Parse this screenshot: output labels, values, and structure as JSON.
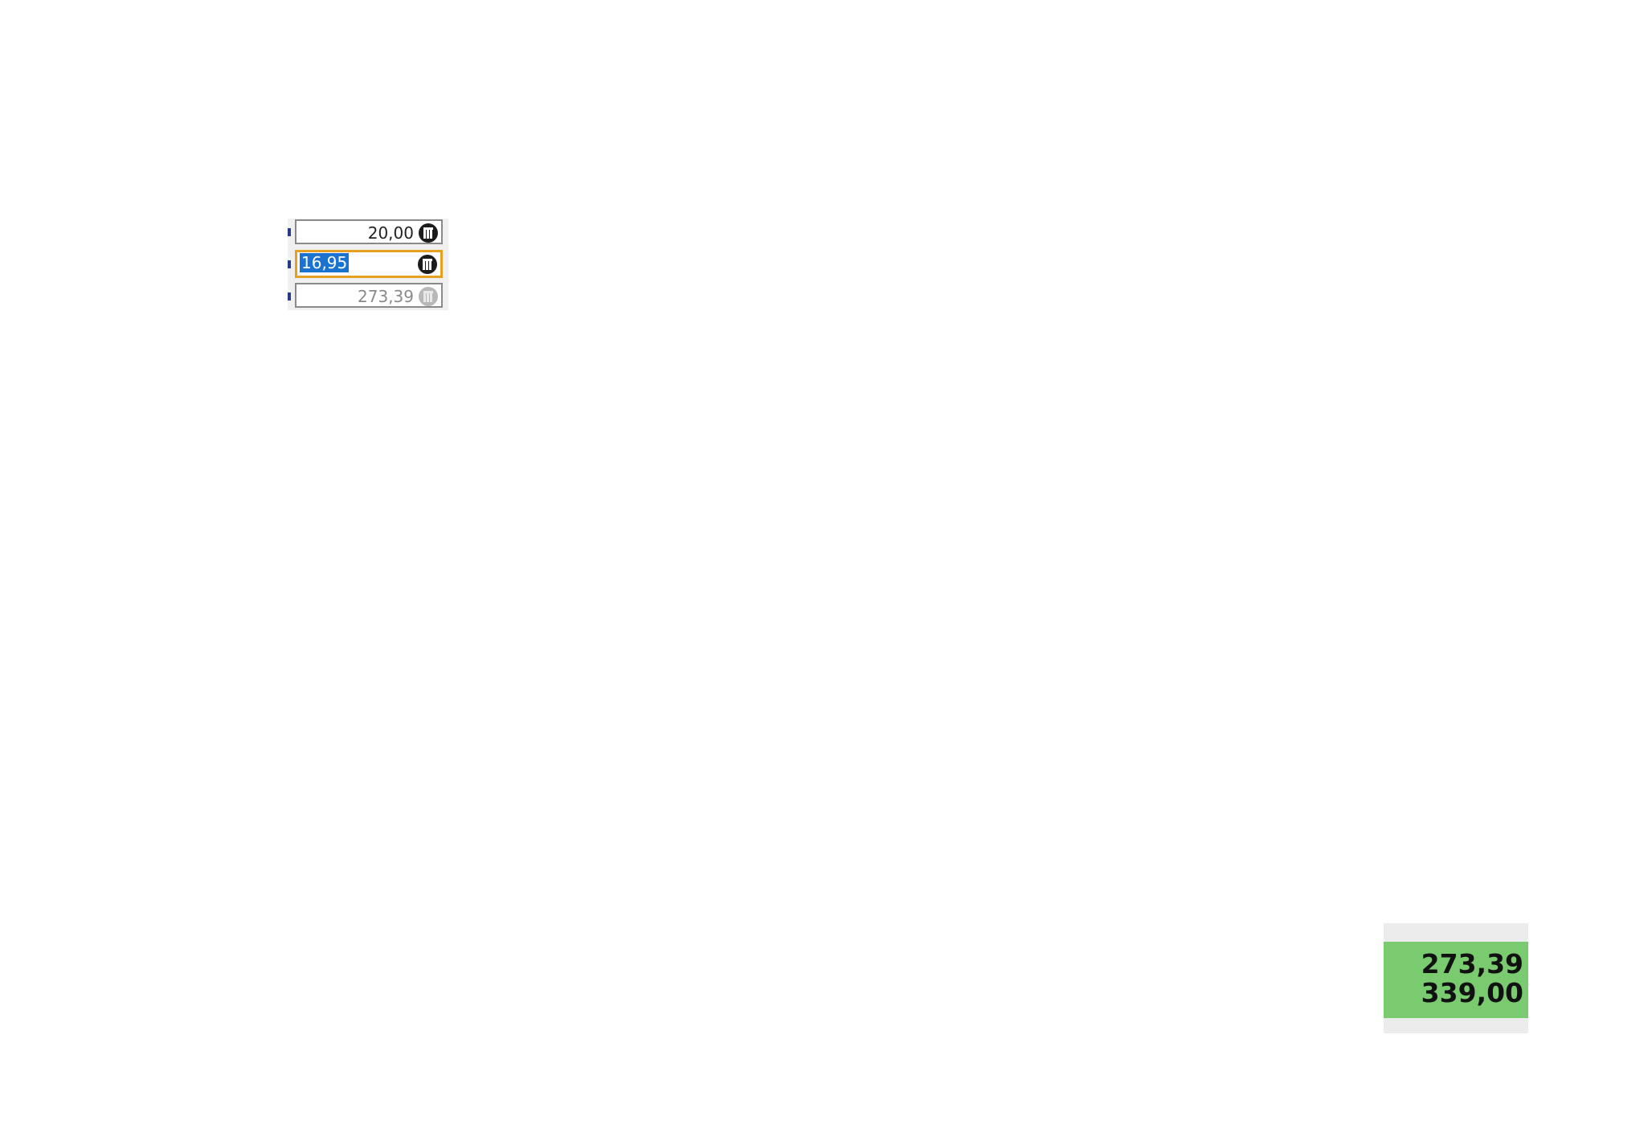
{
  "fields": [
    {
      "value": "20,00",
      "state": "normal",
      "icon": "calculator-icon"
    },
    {
      "value": "16,95",
      "state": "focused-selected",
      "icon": "calculator-icon"
    },
    {
      "value": "273,39",
      "state": "disabled",
      "icon": "calculator-icon"
    }
  ],
  "totals": {
    "line1": "273,39",
    "line2": "339,00",
    "background": "#7acb70"
  },
  "colors": {
    "focus_border": "#e5a020",
    "selection": "#1a73d0"
  }
}
